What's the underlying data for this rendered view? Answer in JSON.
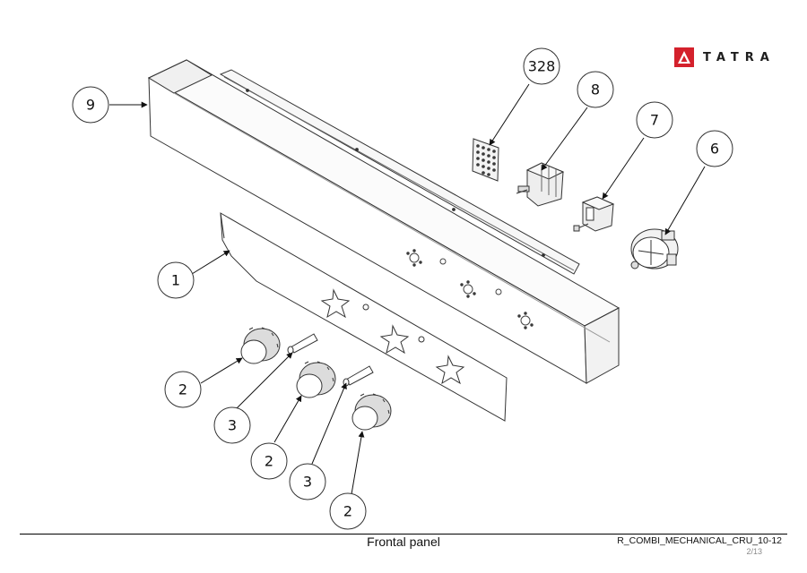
{
  "brand": {
    "name": "TATRA",
    "mark_color": "#d4212c"
  },
  "footer": {
    "title": "Frontal panel",
    "code": "R_COMBI_MECHANICAL_CRU_10-12",
    "page": "2/13"
  },
  "callouts": [
    {
      "id": "c9",
      "label": "9"
    },
    {
      "id": "c328",
      "label": "328"
    },
    {
      "id": "c8",
      "label": "8"
    },
    {
      "id": "c7",
      "label": "7"
    },
    {
      "id": "c6",
      "label": "6"
    },
    {
      "id": "c1",
      "label": "1"
    },
    {
      "id": "c2a",
      "label": "2"
    },
    {
      "id": "c3a",
      "label": "3"
    },
    {
      "id": "c2b",
      "label": "2"
    },
    {
      "id": "c3b",
      "label": "3"
    },
    {
      "id": "c2c",
      "label": "2"
    }
  ]
}
